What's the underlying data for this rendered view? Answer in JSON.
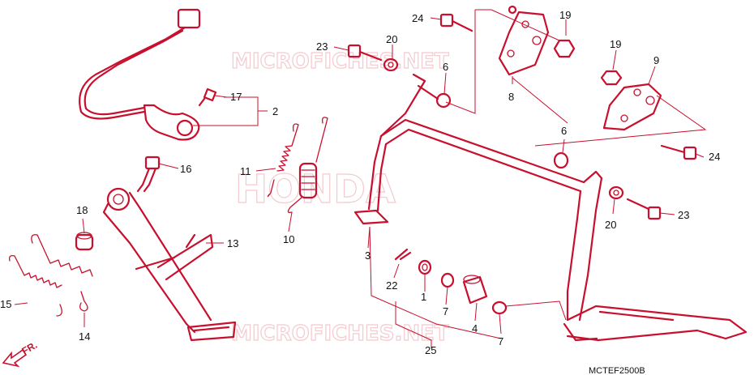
{
  "watermarks": {
    "top": "MICROFICHES.NET",
    "center": "HONDA",
    "bottom": "MICROFICHES.NET"
  },
  "reference_code": "MCTEF2500B",
  "direction_label": "FR.",
  "callouts": [
    {
      "id": "c24a",
      "label": "24"
    },
    {
      "id": "c19a",
      "label": "19"
    },
    {
      "id": "c23a",
      "label": "23"
    },
    {
      "id": "c20a",
      "label": "20"
    },
    {
      "id": "c6a",
      "label": "6"
    },
    {
      "id": "c8",
      "label": "8"
    },
    {
      "id": "c19b",
      "label": "19"
    },
    {
      "id": "c9",
      "label": "9"
    },
    {
      "id": "c17",
      "label": "17"
    },
    {
      "id": "c2",
      "label": "2"
    },
    {
      "id": "c16",
      "label": "16"
    },
    {
      "id": "c11",
      "label": "11"
    },
    {
      "id": "c10",
      "label": "10"
    },
    {
      "id": "c6b",
      "label": "6"
    },
    {
      "id": "c24b",
      "label": "24"
    },
    {
      "id": "c20b",
      "label": "20"
    },
    {
      "id": "c23b",
      "label": "23"
    },
    {
      "id": "c18",
      "label": "18"
    },
    {
      "id": "c13",
      "label": "13"
    },
    {
      "id": "c3",
      "label": "3"
    },
    {
      "id": "c15",
      "label": "15"
    },
    {
      "id": "c14",
      "label": "14"
    },
    {
      "id": "c22",
      "label": "22"
    },
    {
      "id": "c1",
      "label": "1"
    },
    {
      "id": "c7a",
      "label": "7"
    },
    {
      "id": "c4",
      "label": "4"
    },
    {
      "id": "c7b",
      "label": "7"
    },
    {
      "id": "c25",
      "label": "25"
    }
  ]
}
